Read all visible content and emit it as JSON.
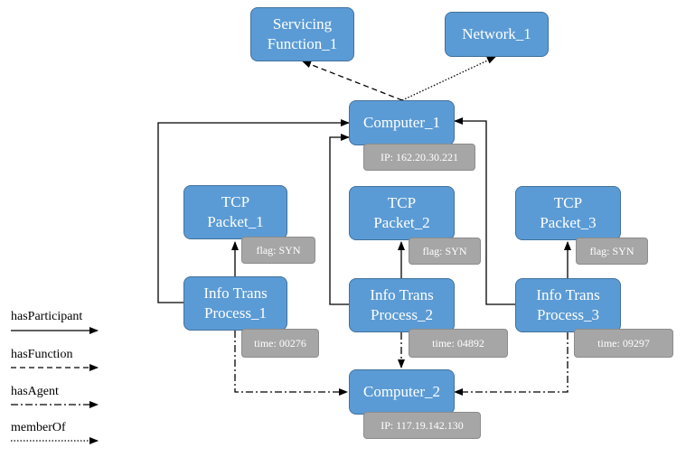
{
  "nodes": {
    "servicing_function": {
      "line1": "Servicing",
      "line2": "Function_1"
    },
    "network": {
      "label": "Network_1"
    },
    "computer1": {
      "label": "Computer_1"
    },
    "tcp1": {
      "line1": "TCP",
      "line2": "Packet_1"
    },
    "tcp2": {
      "line1": "TCP",
      "line2": "Packet_2"
    },
    "tcp3": {
      "line1": "TCP",
      "line2": "Packet_3"
    },
    "info1": {
      "line1": "Info Trans",
      "line2": "Process_1"
    },
    "info2": {
      "line1": "Info Trans",
      "line2": "Process_2"
    },
    "info3": {
      "line1": "Info Trans",
      "line2": "Process_3"
    },
    "computer2": {
      "label": "Computer_2"
    }
  },
  "attributes": {
    "computer1_ip": "IP: 162.20.30.221",
    "computer2_ip": "IP: 117.19.142.130",
    "tcp1_flag": "flag: SYN",
    "tcp2_flag": "flag: SYN",
    "tcp3_flag": "flag: SYN",
    "info1_time": "time: 00276",
    "info2_time": "time: 04892",
    "info3_time": "time: 09297"
  },
  "legend": {
    "has_participant": "hasParticipant",
    "has_function": "hasFunction",
    "has_agent": "hasAgent",
    "member_of": "memberOf"
  },
  "colors": {
    "node_fill": "#5b9bd5",
    "attribute_fill": "#a6a6a6",
    "edge": "#000000"
  }
}
